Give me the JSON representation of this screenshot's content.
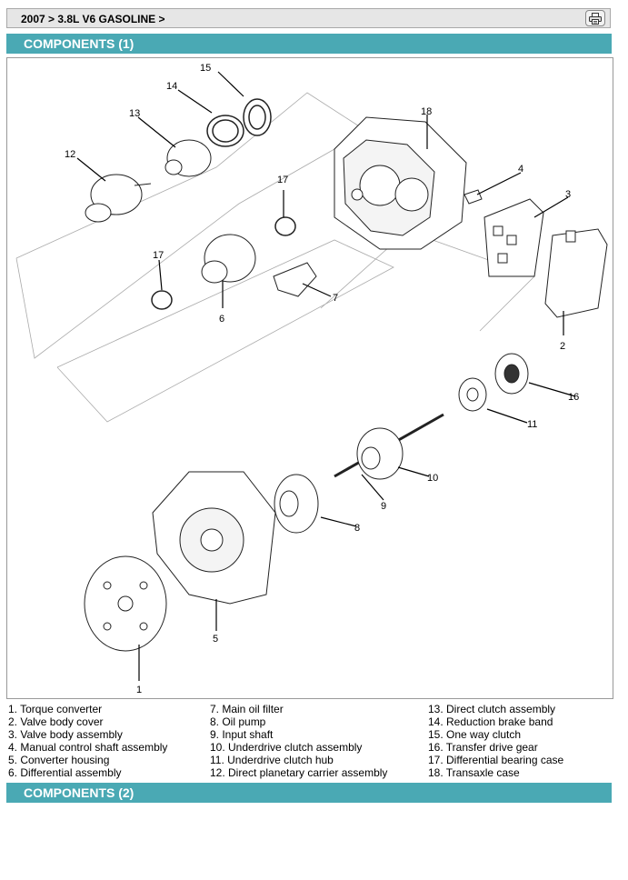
{
  "breadcrumb": "2007 > 3.8L V6 GASOLINE >",
  "sections": {
    "components_1": "COMPONENTS (1)",
    "components_2": "COMPONENTS (2)"
  },
  "figure": {
    "callouts": [
      "1",
      "2",
      "3",
      "4",
      "5",
      "6",
      "7",
      "8",
      "9",
      "10",
      "11",
      "12",
      "13",
      "14",
      "15",
      "16",
      "17",
      "17",
      "18"
    ]
  },
  "legend": {
    "col1": [
      "1.  Torque converter",
      "2.  Valve body cover",
      "3.  Valve body assembly",
      "4.  Manual control shaft assembly",
      "5.  Converter housing",
      "6.  Differential assembly"
    ],
    "col2": [
      "7.  Main oil filter",
      "8.  Oil pump",
      "9.  Input shaft",
      "10.  Underdrive clutch assembly",
      "11.  Underdrive clutch hub",
      "12.  Direct planetary carrier assembly"
    ],
    "col3": [
      "13.  Direct clutch assembly",
      "14.  Reduction brake band",
      "15.  One way clutch",
      "16.  Transfer drive gear",
      "17.  Differential bearing case",
      "18.  Transaxle case"
    ]
  }
}
